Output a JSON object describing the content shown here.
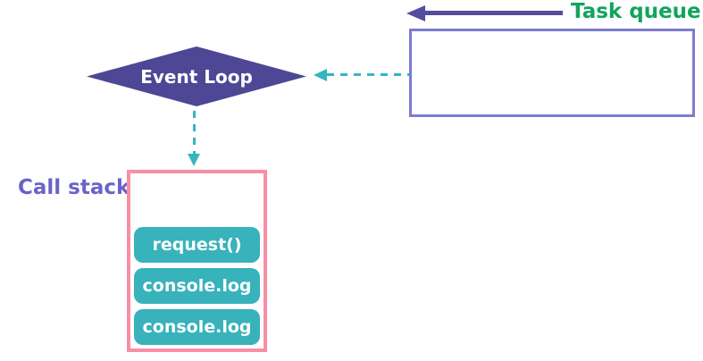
{
  "diagram": {
    "title_implicit": "JavaScript event loop diagram",
    "task_queue": {
      "label": "Task queue",
      "box_content": ""
    },
    "event_loop": {
      "label": "Event Loop"
    },
    "call_stack": {
      "label": "Call stack",
      "frames": [
        "request()",
        "console.log",
        "console.log"
      ]
    },
    "arrows": [
      {
        "name": "task-queue-solid-arrow",
        "style": "solid",
        "direction": "left",
        "color": "#544C9D"
      },
      {
        "name": "queue-to-eventloop-arrow",
        "style": "dashed",
        "direction": "left",
        "color": "#35B6C0"
      },
      {
        "name": "eventloop-to-callstack-arrow",
        "style": "dashed",
        "direction": "down",
        "color": "#35B6C0"
      }
    ],
    "colors": {
      "diamond_fill": "#4D4796",
      "solid_arrow": "#544C9D",
      "queue_border": "#7D7BD3",
      "queue_label": "#12A45C",
      "stack_border": "#F88FA5",
      "stack_label": "#6B63C6",
      "frame_fill": "#38B2BB",
      "dashed_arrow": "#35B6C0",
      "background": "#FFFFFF"
    }
  }
}
